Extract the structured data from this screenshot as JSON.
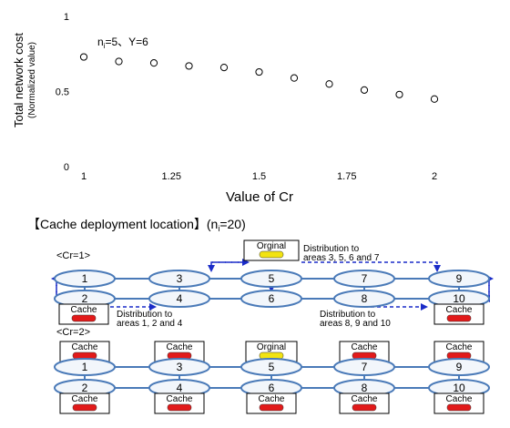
{
  "chart_data": {
    "type": "scatter",
    "x": [
      1,
      1.1,
      1.2,
      1.3,
      1.4,
      1.5,
      1.6,
      1.7,
      1.8,
      1.9,
      2
    ],
    "y": [
      0.73,
      0.7,
      0.69,
      0.67,
      0.66,
      0.63,
      0.59,
      0.55,
      0.51,
      0.48,
      0.45
    ],
    "xlim": [
      1,
      2
    ],
    "ylim": [
      0,
      1
    ],
    "xticks": [
      "1",
      "1.25",
      "1.5",
      "1.75",
      "2"
    ],
    "yticks": [
      "0",
      "0.5",
      "1"
    ],
    "xlabel": "Value of Cr",
    "ylabel": "Total network cost",
    "ylabel2": "(Normalized value)",
    "annotation": {
      "n": "n",
      "sub": "i",
      "rest": "=5、Y=6"
    },
    "marker": "open-circle",
    "grid": false
  },
  "diagram": {
    "header": {
      "bracket_open": "【",
      "title": "Cache deployment location",
      "bracket_close": "】",
      "param_open": "(n",
      "param_sub": "i",
      "param_rest": "=20)"
    },
    "colors": {
      "link": "#4a7ab8",
      "node_fill": "#f2f6fb",
      "original_fill": "#f2e311",
      "cache_fill": "#e21a1a",
      "arrow": "#1a2cc8"
    },
    "cache_label": "Cache",
    "original_label": "Orginal",
    "panel1": {
      "label": "<Cr=1>",
      "top_nodes": [
        "1",
        "3",
        "5",
        "7",
        "9"
      ],
      "bottom_nodes": [
        "2",
        "4",
        "6",
        "8",
        "10"
      ],
      "note_top": [
        "Distribution to",
        "areas 3, 5, 6 and 7"
      ],
      "note_left": [
        "Distribution to",
        "areas 1, 2 and 4"
      ],
      "note_right": [
        "Distribution to",
        "areas 8, 9 and 10"
      ]
    },
    "panel2": {
      "label": "<Cr=2>",
      "top_nodes": [
        "1",
        "3",
        "5",
        "7",
        "9"
      ],
      "bottom_nodes": [
        "2",
        "4",
        "6",
        "8",
        "10"
      ]
    }
  }
}
